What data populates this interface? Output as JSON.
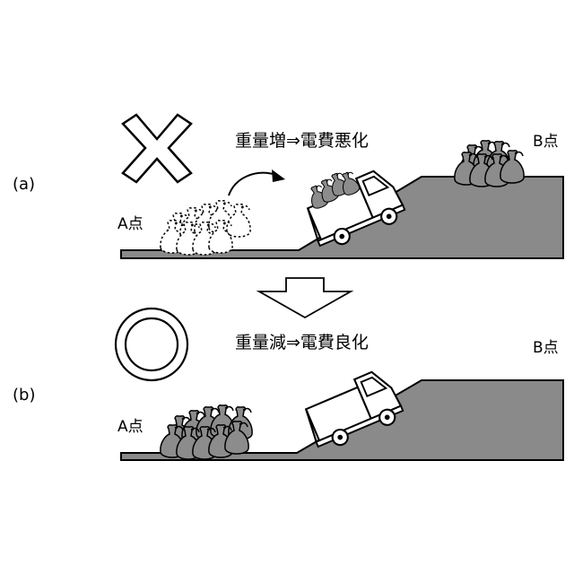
{
  "panel_a": {
    "tag": "(a)",
    "caption": "重量増⇒電費悪化",
    "point_a": "A点",
    "point_b": "B点",
    "verdict_icon": "cross-mark-icon"
  },
  "panel_b": {
    "tag": "(b)",
    "caption": "重量減⇒電費良化",
    "point_a": "A点",
    "point_b": "B点",
    "verdict_icon": "circle-mark-icon"
  },
  "transition_icon": "down-arrow-icon",
  "colors": {
    "road_fill": "#8a8a8a",
    "bag_fill": "#8c8c8c",
    "stroke": "#000000",
    "background": "#ffffff"
  }
}
